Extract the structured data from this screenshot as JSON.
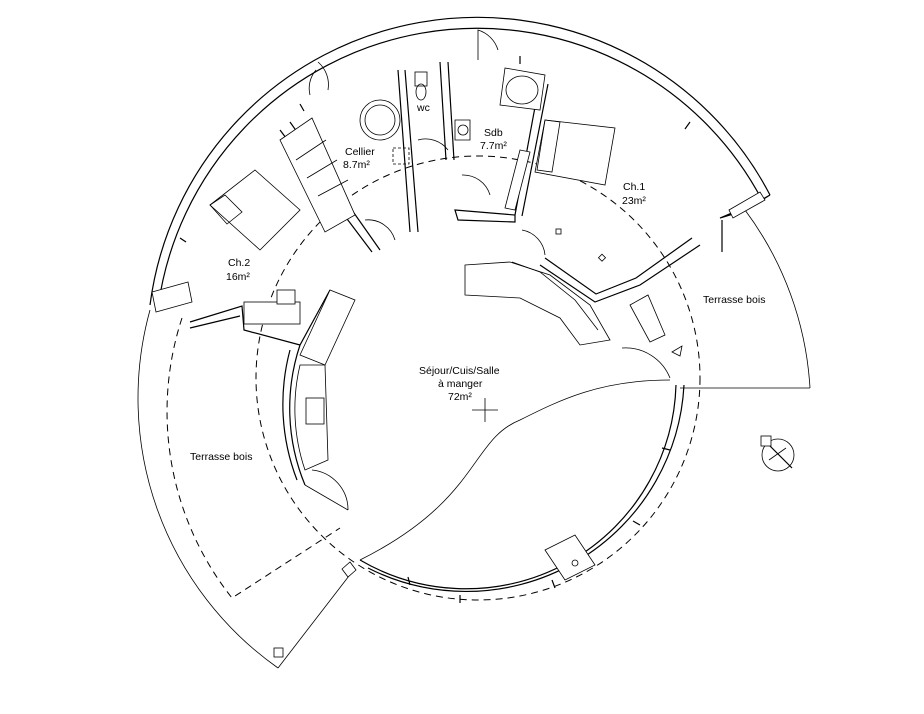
{
  "rooms": {
    "cellier": {
      "name": "Cellier",
      "area": "8.7m²"
    },
    "wc": {
      "name": "wc"
    },
    "sdb": {
      "name": "Sdb",
      "area": "7.7m²"
    },
    "ch1": {
      "name": "Ch.1",
      "area": "23m²"
    },
    "ch2": {
      "name": "Ch.2",
      "area": "16m²"
    },
    "sejour": {
      "name": "Séjour/Cuis/Salle",
      "name2": "à manger",
      "area": "72m²"
    },
    "terrasse_east": {
      "name": "Terrasse bois"
    },
    "terrasse_west": {
      "name": "Terrasse bois"
    }
  }
}
